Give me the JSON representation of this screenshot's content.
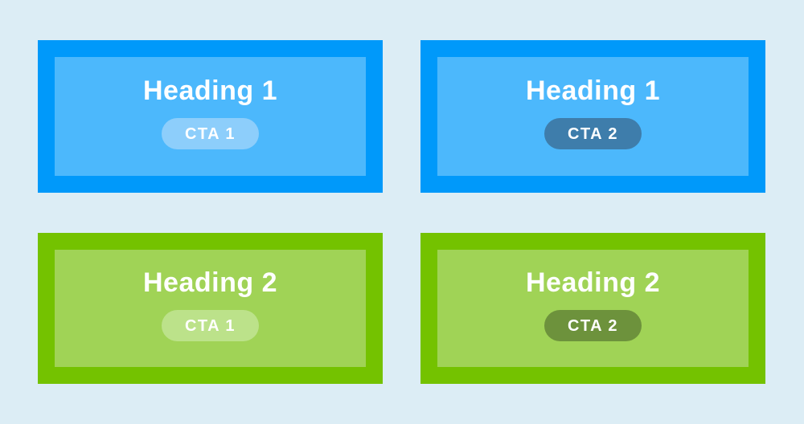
{
  "palette": {
    "page_background": "#dcedf5",
    "blue_frame": "#0099fa",
    "blue_panel": "#4cb8fc",
    "blue_cta_light_pill": "#8dcefb",
    "blue_cta_dark_pill": "#3e7dab",
    "green_frame": "#74c200",
    "green_panel": "#a0d356",
    "green_cta_light_pill": "#bce28a",
    "green_cta_dark_pill": "#6d923c",
    "text": "#ffffff"
  },
  "cards": [
    {
      "heading": "Heading 1",
      "cta_label": "CTA 1",
      "theme": "blue",
      "cta_variant": "light"
    },
    {
      "heading": "Heading 1",
      "cta_label": "CTA 2",
      "theme": "blue",
      "cta_variant": "dark"
    },
    {
      "heading": "Heading 2",
      "cta_label": "CTA 1",
      "theme": "green",
      "cta_variant": "light"
    },
    {
      "heading": "Heading 2",
      "cta_label": "CTA 2",
      "theme": "green",
      "cta_variant": "dark"
    }
  ]
}
